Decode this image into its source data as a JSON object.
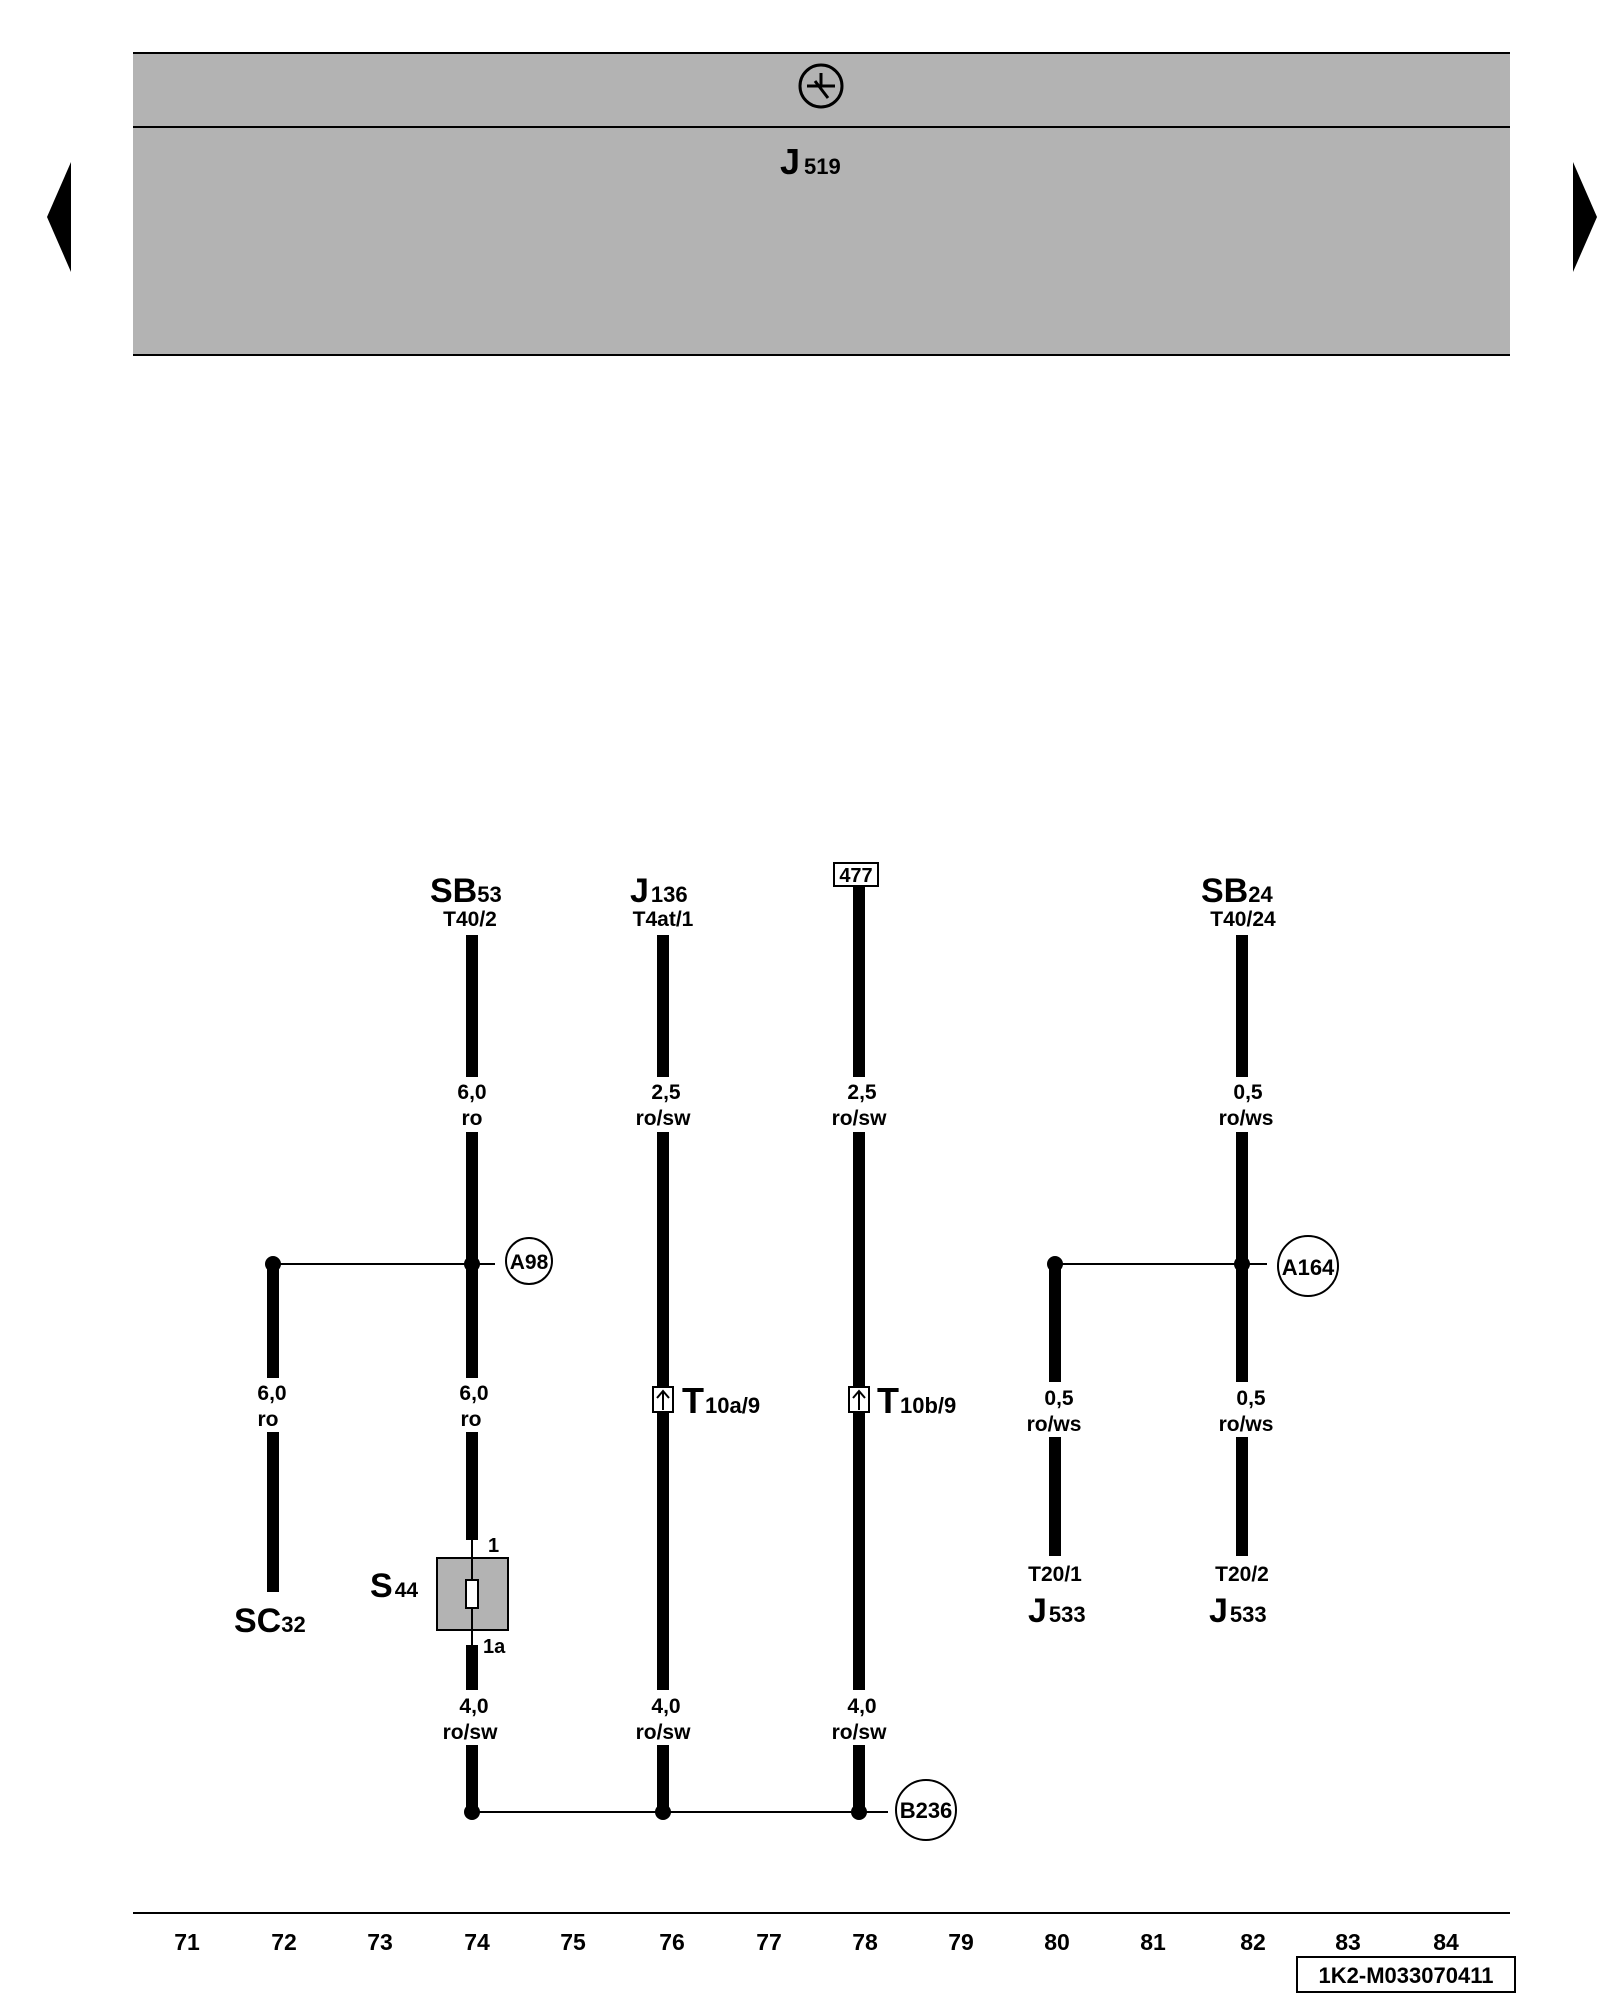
{
  "header": {
    "symbol_icon": "ground-symbol-icon",
    "module_main": "J",
    "module_sub": "519"
  },
  "nav": {
    "prev_icon": "triangle-left-icon",
    "next_icon": "triangle-right-icon"
  },
  "components": {
    "sb53": {
      "main": "SB",
      "sub": "53",
      "pin": "T40/2"
    },
    "j136": {
      "main": "J",
      "sub": "136",
      "pin": "T4at/1"
    },
    "box477": {
      "label": "477"
    },
    "sb24": {
      "main": "SB",
      "sub": "24",
      "pin": "T40/24"
    },
    "sc32": {
      "main": "SC",
      "sub": "32"
    },
    "s44": {
      "main": "S",
      "sub": "44",
      "pin_top": "1",
      "pin_bottom": "1a"
    },
    "t10a": {
      "main": "T",
      "sub": "10a/9"
    },
    "t10b": {
      "main": "T",
      "sub": "10b/9"
    },
    "j533_1": {
      "main": "J",
      "sub": "533",
      "pin": "T20/1"
    },
    "j533_2": {
      "main": "J",
      "sub": "533",
      "pin": "T20/2"
    }
  },
  "wires": {
    "w1": {
      "gauge": "6,0",
      "color": "ro"
    },
    "w2": {
      "gauge": "2,5",
      "color": "ro/sw"
    },
    "w3": {
      "gauge": "2,5",
      "color": "ro/sw"
    },
    "w4": {
      "gauge": "0,5",
      "color": "ro/ws"
    },
    "w5": {
      "gauge": "6,0",
      "color": "ro"
    },
    "w6": {
      "gauge": "6,0",
      "color": "ro"
    },
    "w7": {
      "gauge": "0,5",
      "color": "ro/ws"
    },
    "w8": {
      "gauge": "0,5",
      "color": "ro/ws"
    },
    "w9": {
      "gauge": "4,0",
      "color": "ro/sw"
    },
    "w10": {
      "gauge": "4,0",
      "color": "ro/sw"
    },
    "w11": {
      "gauge": "4,0",
      "color": "ro/sw"
    }
  },
  "connections": {
    "a98": "A98",
    "a164": "A164",
    "b236": "B236"
  },
  "footer": {
    "grid_numbers": [
      "71",
      "72",
      "73",
      "74",
      "75",
      "76",
      "77",
      "78",
      "79",
      "80",
      "81",
      "82",
      "83",
      "84"
    ],
    "doc_id": "1K2-M033070411"
  }
}
